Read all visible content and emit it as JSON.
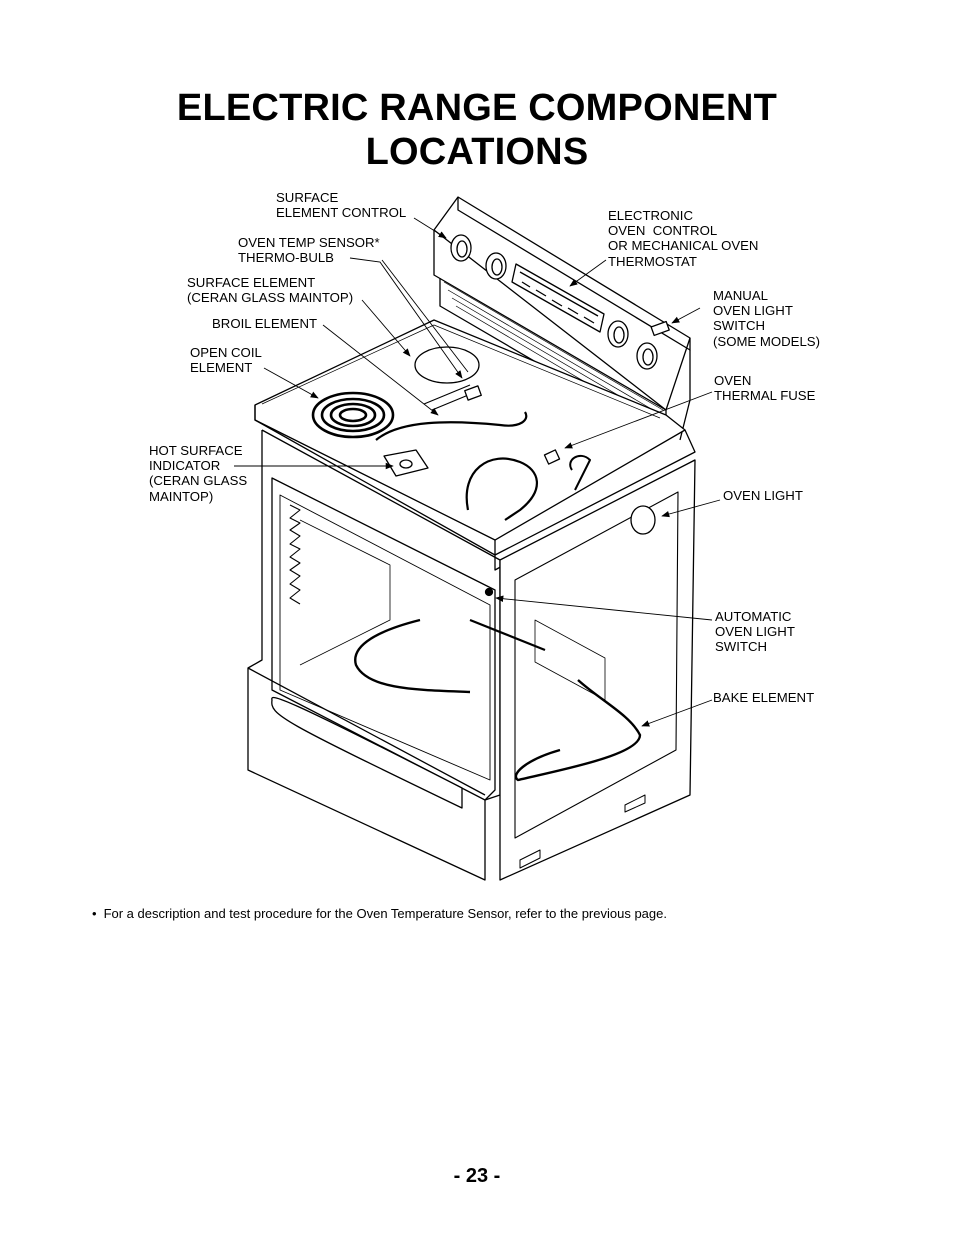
{
  "title": {
    "line1": "ELECTRIC RANGE COMPONENT",
    "line2": "LOCATIONS"
  },
  "labels": {
    "surface_element_control": [
      "SURFACE",
      "ELEMENT CONTROL"
    ],
    "oven_temp_sensor": [
      "OVEN TEMP SENSOR*",
      "THERMO-BULB"
    ],
    "surface_element": [
      "SURFACE ELEMENT",
      "(CERAN GLASS MAINTOP)"
    ],
    "broil_element": [
      "BROIL ELEMENT"
    ],
    "open_coil_element": [
      "OPEN COIL",
      "ELEMENT"
    ],
    "hot_surface_indicator": [
      "HOT SURFACE",
      "INDICATOR",
      "(CERAN GLASS",
      "MAINTOP)"
    ],
    "electronic_oven_control": [
      "ELECTRONIC",
      "OVEN  CONTROL",
      "OR MECHANICAL OVEN",
      "THERMOSTAT"
    ],
    "manual_oven_light_switch": [
      "MANUAL",
      "OVEN LIGHT",
      "SWITCH",
      "(SOME MODELS)"
    ],
    "oven_thermal_fuse": [
      "OVEN",
      "THERMAL FUSE"
    ],
    "oven_light": [
      "OVEN LIGHT"
    ],
    "automatic_oven_light_switch": [
      "AUTOMATIC",
      "OVEN LIGHT",
      "SWITCH"
    ],
    "bake_element": [
      "BAKE ELEMENT"
    ]
  },
  "footnote": {
    "bullet": "•",
    "text": "For a description and test procedure for the Oven Temperature Sensor, refer to the previous page."
  },
  "page_number": "- 23 -"
}
